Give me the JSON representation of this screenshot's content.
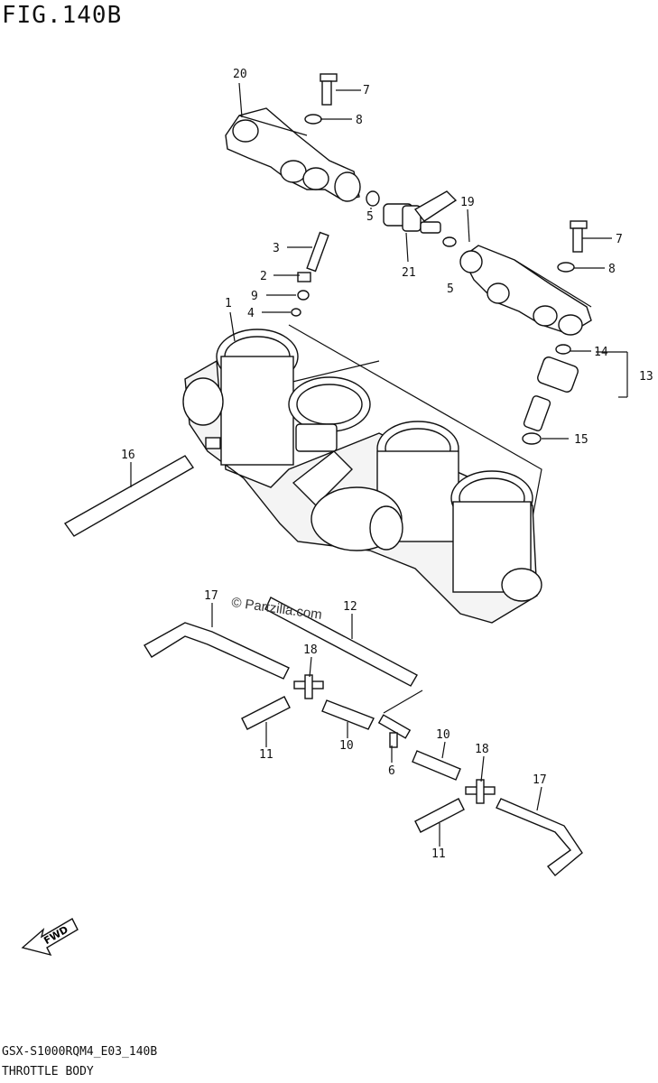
{
  "figure": {
    "title": "FIG.140B",
    "model_code": "GSX-S1000RQM4_E03_140B",
    "section": "THROTTLE BODY",
    "watermark": "© Partzilla.com",
    "fwd_label": "FWD"
  },
  "parts": {
    "p1": "1",
    "p2": "2",
    "p3": "3",
    "p4": "4",
    "p5a": "5",
    "p5b": "5",
    "p6": "6",
    "p7a": "7",
    "p7b": "7",
    "p8a": "8",
    "p8b": "8",
    "p9": "9",
    "p10a": "10",
    "p10b": "10",
    "p11a": "11",
    "p11b": "11",
    "p12": "12",
    "p13": "13",
    "p14": "14",
    "p15": "15",
    "p16": "16",
    "p17a": "17",
    "p17b": "17",
    "p18a": "18",
    "p18b": "18",
    "p19": "19",
    "p20": "20",
    "p21": "21"
  }
}
